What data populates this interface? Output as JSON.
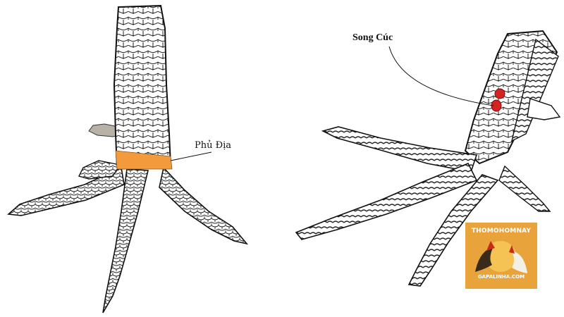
{
  "labels": {
    "left_foot": "Phủ Địa",
    "right_foot": "Song Cúc"
  },
  "watermark": {
    "top_text": "THOMOHOMNAY",
    "bottom_text": "GAPALINHA.COM"
  },
  "colors": {
    "line": "#1a1a1a",
    "highlight_band": "#f39a3c",
    "highlight_dots": "#d42323",
    "logo_bg": "#e8a43a",
    "spur": "#b8b2a6"
  },
  "icons": [
    "rooster-logo-icon"
  ]
}
